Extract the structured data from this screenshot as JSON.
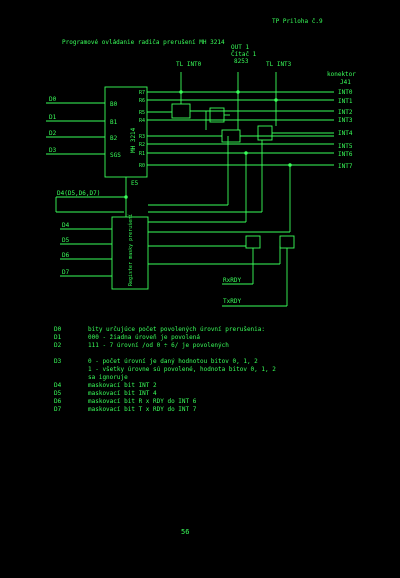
{
  "header": {
    "page_ref": "TP Priloha č.9",
    "title": "Programové ovládanie radiča prerušení MH 3214"
  },
  "diagram": {
    "top_labels": [
      "OUT 1",
      "Čítač 1",
      "8253",
      "TL INT0",
      "TL INT3",
      "konektor",
      "J41"
    ],
    "chip_main": {
      "name": "MH 3214",
      "pins_left": [
        "B0",
        "B1",
        "B2",
        "SGS"
      ],
      "pins_right": [
        "R7",
        "R6",
        "R5",
        "R4",
        "R3",
        "R2",
        "R1",
        "R0"
      ],
      "pin_bottom": "E5"
    },
    "chip_register": {
      "name": "Register masky prerušení"
    },
    "inputs_left": [
      "D0",
      "D1",
      "D2",
      "D3",
      "D4(D5,D6,D7)",
      "D4",
      "D5",
      "D6",
      "D7"
    ],
    "outputs_right": [
      "INT0",
      "INT1",
      "INT2",
      "INT3",
      "INT4",
      "INT5",
      "INT6",
      "INT7"
    ],
    "bottom_signals": [
      "RxRDY",
      "TxRDY"
    ],
    "colors": {
      "fg": "#39ff5a",
      "bg": "#000000"
    }
  },
  "notes": [
    {
      "key": "D0",
      "text": "bity určujúce počet povolených úrovní prerušenia:"
    },
    {
      "key": "D1",
      "text": "000 - žiadna úroveň je povolená"
    },
    {
      "key": "D2",
      "text": "111 - 7 úrovní /od 0 ÷ 6/ je povolených"
    },
    {
      "key": "",
      "text": ""
    },
    {
      "key": "D3",
      "text": "0 - počet úrovní je daný hodnotou bitov 0, 1, 2"
    },
    {
      "key": "",
      "text": "1 - všetky úrovne sú povolené, hodnota bitov 0, 1, 2"
    },
    {
      "key": "",
      "text": "sa ignoruje"
    },
    {
      "key": "D4",
      "text": "maskovací bit INT 2"
    },
    {
      "key": "D5",
      "text": "maskovací bit INT 4"
    },
    {
      "key": "D6",
      "text": "maskovací bit R x RDY do INT 6"
    },
    {
      "key": "D7",
      "text": "maskovací bit T x RDY do INT 7"
    }
  ],
  "footer": {
    "page_number": "56"
  }
}
